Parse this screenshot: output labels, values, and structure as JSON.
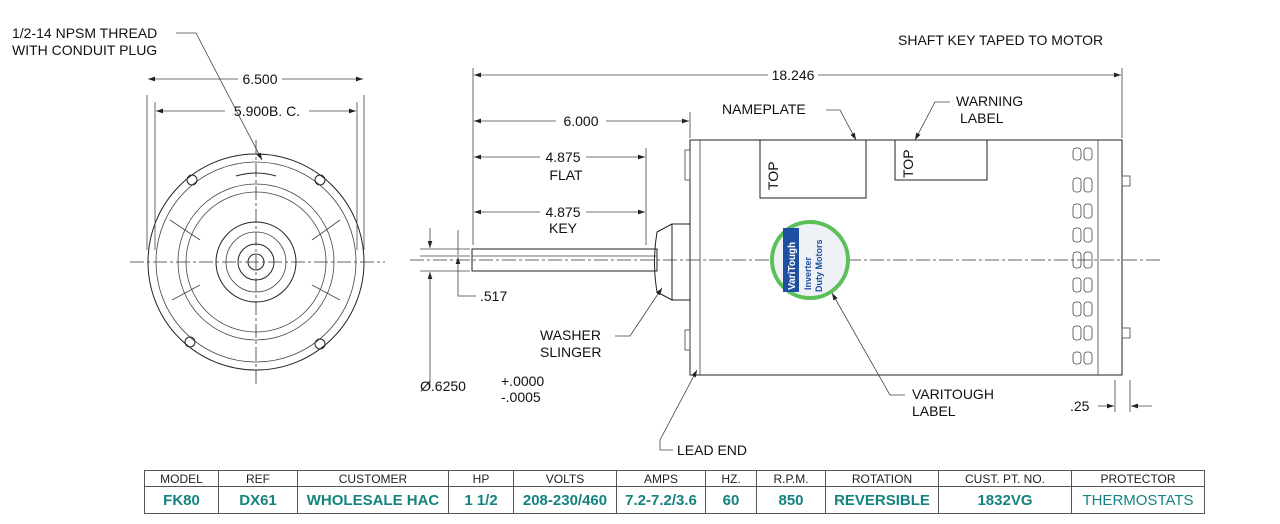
{
  "notes": {
    "thread": [
      "1/2-14 NPSM THREAD",
      "WITH CONDUIT PLUG"
    ],
    "shaft_key": "SHAFT KEY TAPED TO MOTOR",
    "nameplate": "NAMEPLATE",
    "warning": [
      "WARNING",
      "LABEL"
    ],
    "top1": "TOP",
    "top2": "TOP",
    "washer": [
      "WASHER",
      "SLINGER"
    ],
    "varitough": [
      "VARITOUGH",
      "LABEL"
    ],
    "lead_end": "LEAD END"
  },
  "dimensions": {
    "overall_dia": "6.500",
    "bolt_circle": "5.900B. C.",
    "overall_length": "18.246",
    "shaft_length": "6.000",
    "flat_length": "4.875",
    "flat_label": "FLAT",
    "key_length": "4.875",
    "key_label": "KEY",
    "flat_depth": ".517",
    "shaft_dia": "Ø.6250",
    "tol_plus": "+.0000",
    "tol_minus": "-.0005",
    "end_offset": ".25"
  },
  "label_badge": {
    "brand": "VariTough",
    "line1": "Inverter",
    "line2": "Duty Motors",
    "colors": {
      "ring": "#5cc05a",
      "band": "#1f4fa0"
    }
  },
  "spec_table": {
    "headers": [
      "MODEL",
      "REF",
      "CUSTOMER",
      "HP",
      "VOLTS",
      "AMPS",
      "HZ.",
      "R.P.M.",
      "ROTATION",
      "CUST. PT. NO.",
      "PROTECTOR"
    ],
    "values": [
      "FK80",
      "DX61",
      "WHOLESALE HAC",
      "1 1/2",
      "208-230/460",
      "7.2-7.2/3.6",
      "60",
      "850",
      "REVERSIBLE",
      "1832VG",
      "THERMOSTATS"
    ],
    "value_color": "#14837f"
  }
}
